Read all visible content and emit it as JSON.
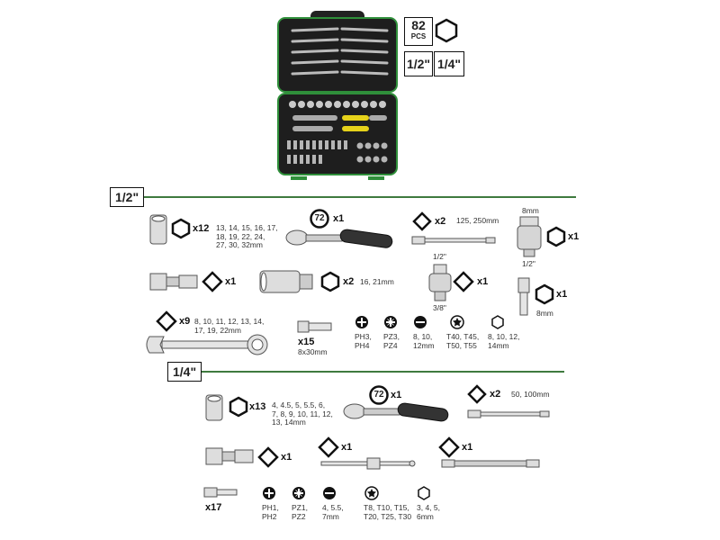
{
  "header": {
    "pcs_count": "82",
    "pcs_label": "PCS",
    "drive_badges": [
      "1/2\"",
      "1/4\""
    ]
  },
  "sections": {
    "half": {
      "label": "1/2\"",
      "sockets": {
        "count": "x12",
        "sizes": "13, 14, 15, 16, 17,\n18, 19, 22, 24,\n27, 30, 32mm"
      },
      "ratchet": {
        "teeth": "72",
        "count": "x1"
      },
      "extension": {
        "count": "x2",
        "sizes": "125, 250mm"
      },
      "adapter_socket": {
        "top": "8mm",
        "count": "x1",
        "bottom": "1/2\""
      },
      "universal_joint": {
        "count": "x1"
      },
      "deep_socket": {
        "count": "x2",
        "sizes": "16, 21mm"
      },
      "reducer": {
        "top": "1/2\"",
        "count": "x1",
        "bottom": "3/8\""
      },
      "hex_adapter": {
        "count": "x1",
        "size": "8mm"
      },
      "wrenches": {
        "count": "x9",
        "sizes": "8, 10, 11, 12, 13, 14,\n17, 19, 22mm"
      },
      "bits": {
        "count": "x15",
        "size": "8x30mm"
      },
      "bit_types": [
        {
          "icon": "phillips-icon",
          "label": "PH3,\nPH4"
        },
        {
          "icon": "pozidriv-icon",
          "label": "PZ3,\nPZ4"
        },
        {
          "icon": "slotted-icon",
          "label": "8, 10,\n12mm"
        },
        {
          "icon": "torx-icon",
          "label": "T40, T45,\nT50, T55"
        },
        {
          "icon": "hex-icon",
          "label": "8, 10, 12,\n14mm"
        }
      ]
    },
    "quarter": {
      "label": "1/4\"",
      "sockets": {
        "count": "x13",
        "sizes": "4, 4.5, 5, 5.5, 6,\n7, 8, 9, 10, 11, 12,\n13, 14mm"
      },
      "ratchet": {
        "teeth": "72",
        "count": "x1"
      },
      "extension": {
        "count": "x2",
        "sizes": "50, 100mm"
      },
      "universal_joint": {
        "count": "x1"
      },
      "t_handle": {
        "count": "x1"
      },
      "flex_extension": {
        "count": "x1"
      },
      "bits": {
        "count": "x17"
      },
      "bit_types": [
        {
          "icon": "phillips-icon",
          "label": "PH1,\nPH2"
        },
        {
          "icon": "pozidriv-icon",
          "label": "PZ1,\nPZ2"
        },
        {
          "icon": "slotted-icon",
          "label": "4, 5.5,\n7mm"
        },
        {
          "icon": "torx-icon",
          "label": "T8, T10, T15,\nT20, T25, T30"
        },
        {
          "icon": "hex-icon",
          "label": "3, 4, 5,\n6mm"
        }
      ]
    }
  },
  "colors": {
    "accent_green": "#3f7a3f",
    "case_green": "#2f8f3a",
    "handle_yellow": "#e6d21a"
  }
}
